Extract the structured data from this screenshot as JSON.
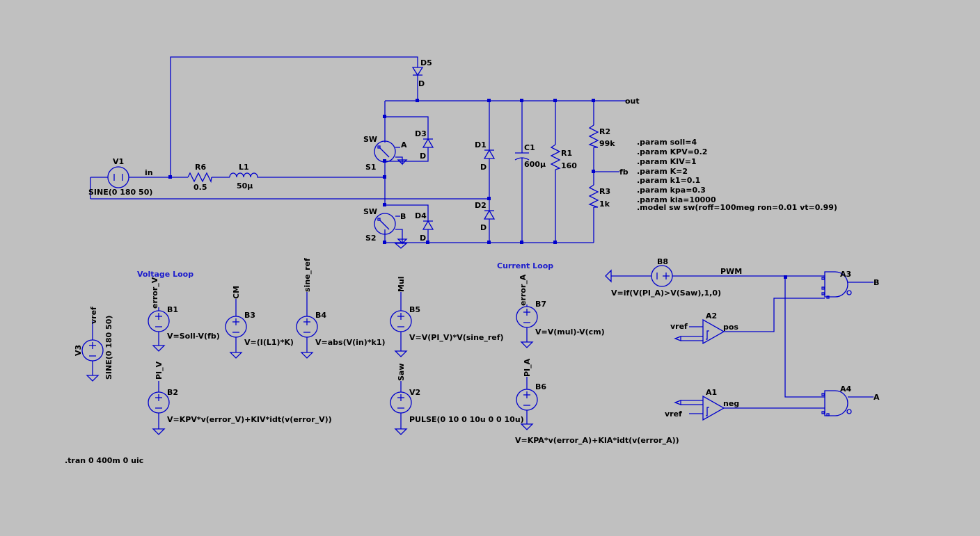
{
  "components": {
    "V1": {
      "ref": "V1",
      "value": "SINE(0 180 50)"
    },
    "R6": {
      "ref": "R6",
      "value": "0.5"
    },
    "L1": {
      "ref": "L1",
      "value": "50µ"
    },
    "D5": {
      "ref": "D5",
      "model": "D"
    },
    "D3": {
      "ref": "D3",
      "model": "D"
    },
    "D4": {
      "ref": "D4",
      "model": "D"
    },
    "D1": {
      "ref": "D1",
      "model": "D"
    },
    "D2": {
      "ref": "D2",
      "model": "D"
    },
    "C1": {
      "ref": "C1",
      "value": "600µ"
    },
    "R1": {
      "ref": "R1",
      "value": "160"
    },
    "R2": {
      "ref": "R2",
      "value": "99k"
    },
    "R3": {
      "ref": "R3",
      "value": "1k"
    },
    "S1": {
      "ref": "S1",
      "model": "SW",
      "ctrl": "A"
    },
    "S2": {
      "ref": "S2",
      "model": "SW",
      "ctrl": "B"
    },
    "V3": {
      "ref": "V3",
      "value": "SINE(0 180 50)"
    },
    "B1": {
      "ref": "B1",
      "expr": "V=Soll-V(fb)"
    },
    "B2": {
      "ref": "B2",
      "expr": "V=KPV*v(error_V)+KIV*idt(v(error_V))"
    },
    "B3": {
      "ref": "B3",
      "expr": "V=(I(L1)*K)"
    },
    "B4": {
      "ref": "B4",
      "expr": "V=abs(V(in)*k1)"
    },
    "B5": {
      "ref": "B5",
      "expr": "V=V(PI_V)*V(sine_ref)"
    },
    "V2": {
      "ref": "V2",
      "value": "PULSE(0 10 0 10u 0 0 10u)"
    },
    "B7": {
      "ref": "B7",
      "expr": "V=V(mul)-V(cm)"
    },
    "B6": {
      "ref": "B6",
      "expr": "V=KPA*v(error_A)+KIA*idt(v(error_A))"
    },
    "B8": {
      "ref": "B8",
      "expr": "V=if(V(PI_A)>V(Saw),1,0)"
    },
    "A1": {
      "ref": "A1"
    },
    "A2": {
      "ref": "A2"
    },
    "A3": {
      "ref": "A3"
    },
    "A4": {
      "ref": "A4"
    }
  },
  "nets": {
    "in": "in",
    "out": "out",
    "fb": "fb",
    "vref": "vref",
    "error_V": "error_V",
    "PI_V": "PI_V",
    "CM": "CM",
    "sine_ref": "sine_ref",
    "Mul": "Mul",
    "Saw": "Saw",
    "error_A": "error_A",
    "PI_A": "PI_A",
    "PWM": "PWM",
    "pos": "pos",
    "neg": "neg",
    "vref_a2": "vref",
    "vref_a1": "vref",
    "A": "A",
    "B": "B"
  },
  "labels": {
    "voltage_loop": "Voltage Loop",
    "current_loop": "Current Loop"
  },
  "directives": [
    ".param soll=4",
    ".param KPV=0.2",
    ".param KIV=1",
    ".param K=2",
    ".param k1=0.1",
    ".param kpa=0.3",
    ".param kia=10000",
    ".model sw sw(roff=100meg ron=0.01 vt=0.99)"
  ],
  "tran": ".tran 0 400m 0 uic"
}
